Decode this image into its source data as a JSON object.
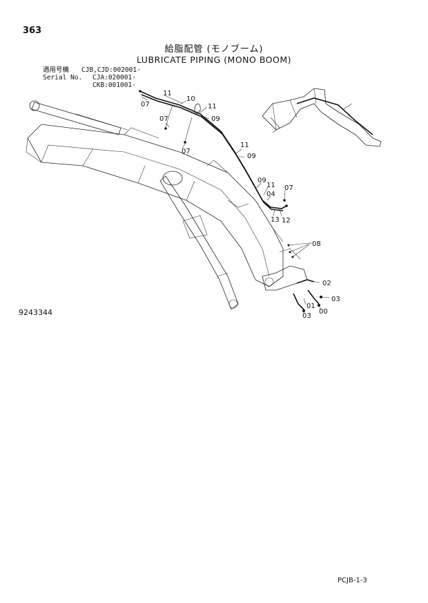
{
  "page_number": "363",
  "title_jp": "給脂配管 (モノブーム)",
  "title_en": "LUBRICATE PIPING (MONO BOOM)",
  "serial": {
    "label_jp": "適用号機",
    "label_en": "Serial No.",
    "line1": "CJB,CJD:002001-",
    "line2": "CJA:020001-",
    "line3": "CKB:001001-"
  },
  "callouts": [
    "11",
    "10",
    "07",
    "11",
    "09",
    "07",
    "07",
    "11",
    "09",
    "09",
    "11",
    "04",
    "07",
    "13",
    "12",
    "08",
    "02",
    "03",
    "01",
    "00",
    "03"
  ],
  "drawing_ref": "9243344",
  "footer_code": "PCJB-1-3"
}
